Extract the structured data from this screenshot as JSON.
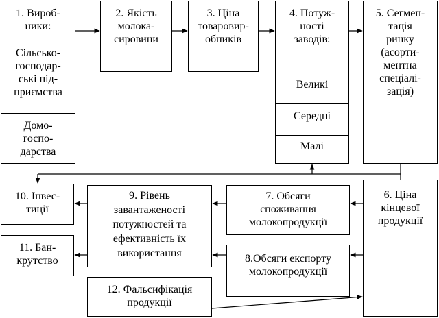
{
  "boxes": {
    "b1_title": "1. Вироб-\nники:",
    "b1_sub1": "Сільсько-\nгосподар-\nські під-\nприємства",
    "b1_sub2": "Домо-\nгоспо-\nдарства",
    "b2": "2. Якість\nмолока-\nсировини",
    "b3": "3. Ціна\nтоваровир-\nобників",
    "b4_title": "4. Потуж-\nності\nзаводів:",
    "b4_sub1": "Великі",
    "b4_sub2": "Середні",
    "b4_sub3": "Малі",
    "b5": "5. Сегмен-\nтація\nринку\n(асорти-\nментна\nспеціалі-\nзація)",
    "b6": "6. Ціна\nкінцевої\nпродукції",
    "b7": "7. Обсяги\nспоживання\nмолокопродукції",
    "b8": "8.Обсяги експорту\nмолокопродукції",
    "b9": "9. Рівень\nзавантаженості\nпотужностей та\nефективність їх\nвикористання",
    "b10": "10. Інвес-\nтиції",
    "b11": "11. Бан-\nкрутство",
    "b12": "12. Фальсифікація\nпродукції"
  }
}
